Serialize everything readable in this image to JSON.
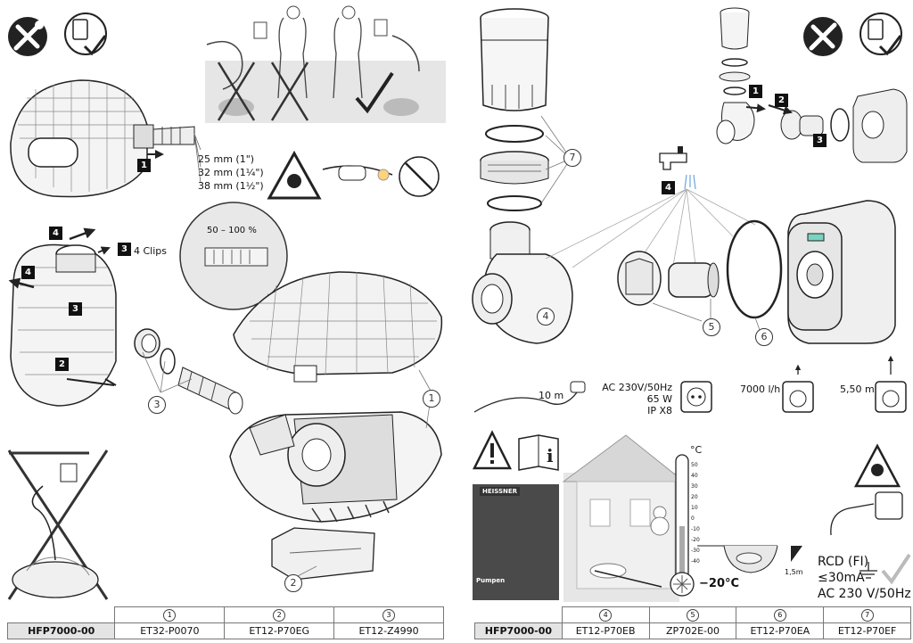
{
  "left": {
    "hose_sizes": [
      "25 mm (1\")",
      "32 mm (1¼\")",
      "38 mm (1½\")"
    ],
    "clips_label": "4 Clips",
    "range_label": "50 – 100 %",
    "steps": {
      "s1": "1",
      "s2": "2",
      "s3": "3",
      "s4": "4"
    },
    "parts": {
      "p1": "1",
      "p2": "2",
      "p3": "3"
    },
    "table": {
      "model": "HFP7000-00",
      "nums": [
        "1",
        "2",
        "3"
      ],
      "codes": [
        "ET32-P0070",
        "ET12-P70EG",
        "ET12-Z4990"
      ]
    }
  },
  "right": {
    "steps": {
      "s1": "1",
      "s2": "2",
      "s3": "3",
      "s4": "4"
    },
    "parts": {
      "p4": "4",
      "p5": "5",
      "p6": "6",
      "p7": "7"
    },
    "cable_length": "10 m",
    "power": [
      "AC 230V/50Hz",
      "65 W",
      "IP X8"
    ],
    "flow": "7000 l/h",
    "head": "5,50 m",
    "thermo_unit": "°C",
    "thermo_ticks": [
      "50",
      "40",
      "30",
      "20",
      "10",
      "0",
      "-10",
      "-20",
      "-30",
      "-40"
    ],
    "temp": "−20°C",
    "depth": "1,5m",
    "rcd": [
      "RCD (FI)",
      "≤30mA",
      "AC 230 V/50Hz"
    ],
    "booklet_brand": "HEISSNER",
    "booklet_title": "Pumpen",
    "table": {
      "model": "HFP7000-00",
      "nums": [
        "4",
        "5",
        "6",
        "7"
      ],
      "codes": [
        "ET12-P70EB",
        "ZP702E-00",
        "ET12-P70EA",
        "ET12-P70EF"
      ]
    }
  }
}
